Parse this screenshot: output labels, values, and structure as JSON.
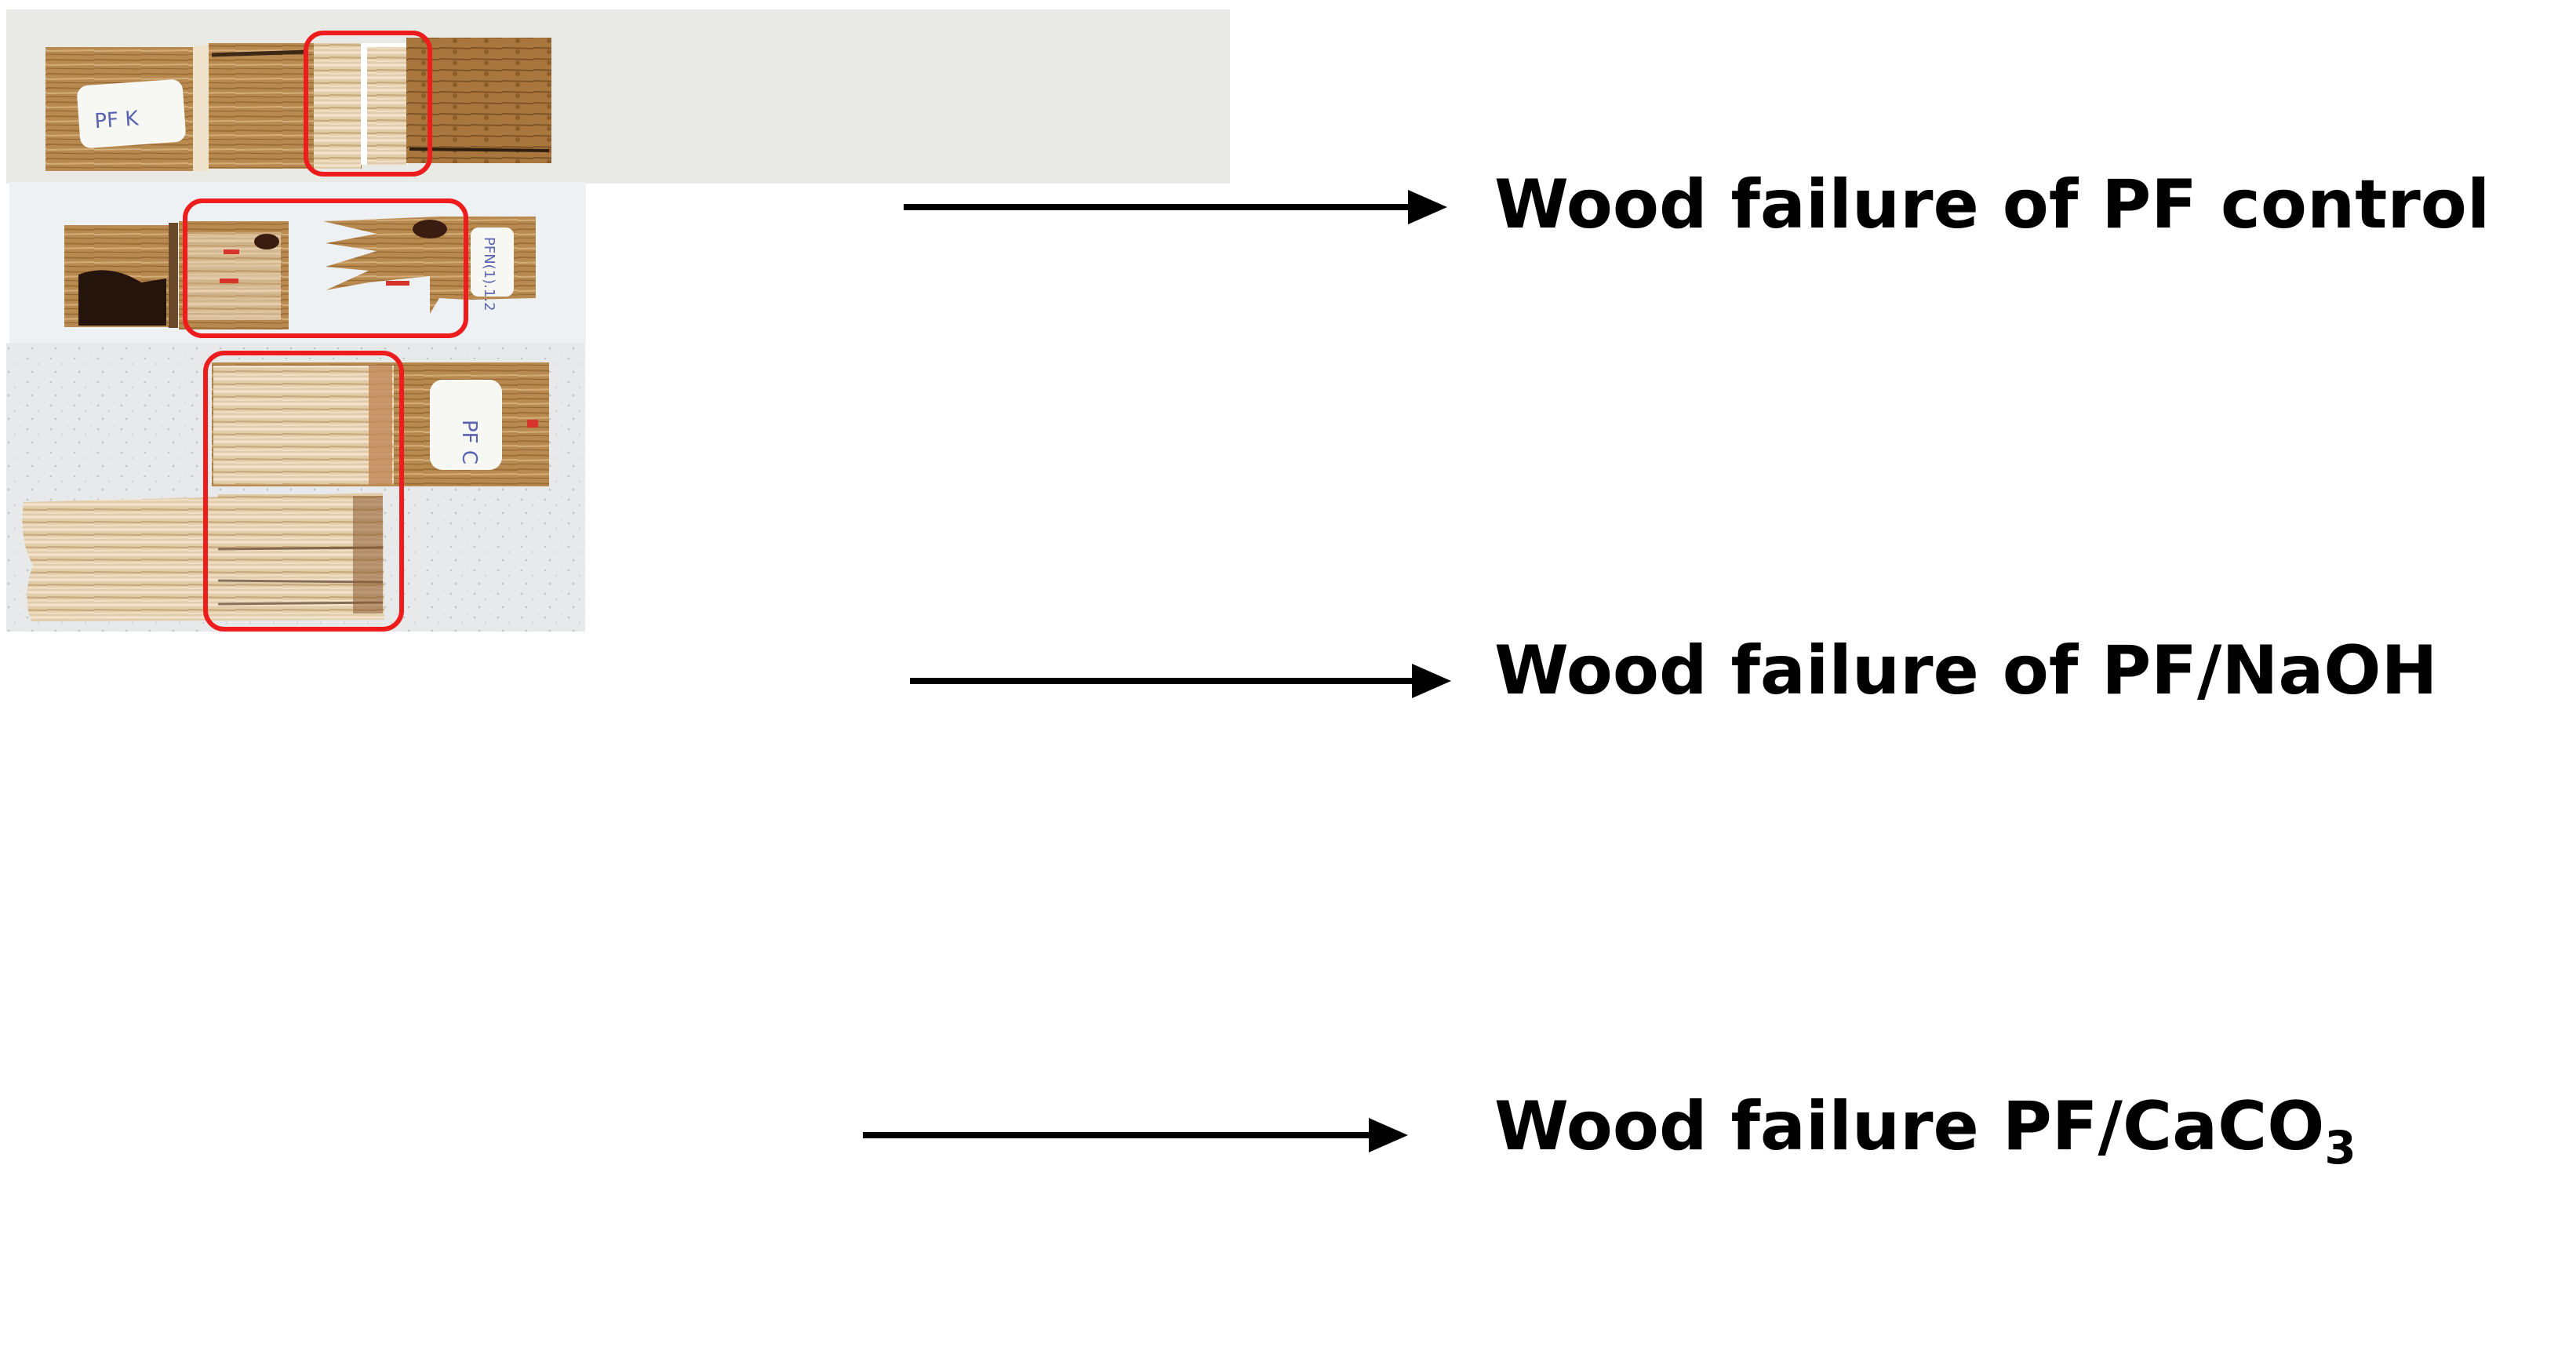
{
  "captions": {
    "pf_control": "Wood failure of PF control",
    "pf_naoh": "Wood failure of PF/NaOH",
    "pf_caco3_prefix": "Wood failure PF/CaCO",
    "pf_caco3_subscript": "3"
  },
  "sample_labels": {
    "pf_control": "PF K",
    "pf_naoh": "PFN(1).1.2",
    "pf_caco3": "PF C"
  },
  "colors": {
    "highlight_box": "#ee1c1c",
    "arrow": "#000000",
    "wood": "#b8894e"
  }
}
